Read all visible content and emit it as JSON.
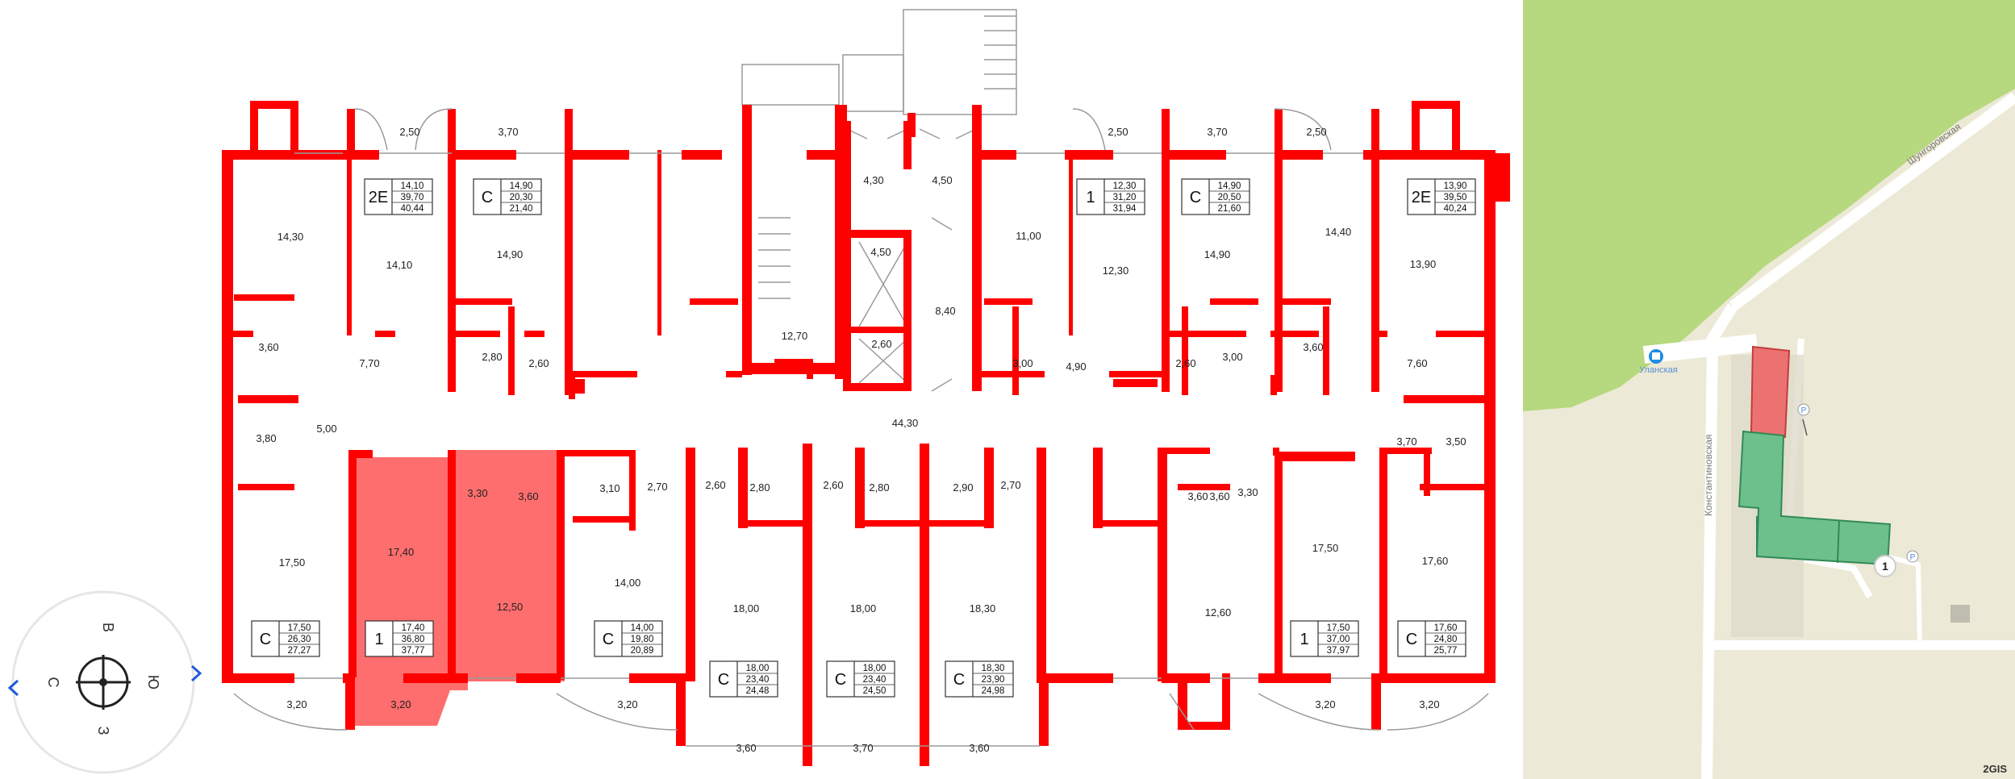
{
  "colors": {
    "wall": "#ff0000",
    "selected_fill": "#ff6e6e",
    "map_grass": "#b6d87e",
    "map_ground": "#ece9d6",
    "map_building_green": "#6dbf8c",
    "map_building_red": "#ec7272",
    "map_road": "#ffffff",
    "compass_arrow": "#1e5bd8"
  },
  "compass": {
    "north": "С",
    "east": "В",
    "south": "Ю",
    "west": "З",
    "icon": "compass-rose-icon"
  },
  "plan": {
    "rooms": [
      "2,50",
      "3,70",
      "14,30",
      "14,10",
      "14,90",
      "7,70",
      "3,60",
      "2,80",
      "2,60",
      "3,80",
      "5,00",
      "17,50",
      "17,40",
      "3,30",
      "3,60",
      "12,50",
      "3,20",
      "3,20",
      "3,20",
      "3,10",
      "2,70",
      "14,00",
      "3,60",
      "12,70",
      "4,30",
      "4,50",
      "4,50",
      "2,60",
      "8,40",
      "44,30",
      "2,60",
      "2,80",
      "2,60",
      "2,80",
      "2,90",
      "2,70",
      "18,00",
      "18,00",
      "18,30",
      "3,60",
      "3,70",
      "3,60",
      "11,00",
      "3,00",
      "4,90",
      "12,30",
      "2,50",
      "3,70",
      "14,90",
      "2,60",
      "3,00",
      "2,50",
      "14,40",
      "3,60",
      "13,90",
      "7,60",
      "3,70",
      "3,50",
      "3,60",
      "3,30",
      "17,50",
      "17,60",
      "12,60",
      "3,20",
      "3,20"
    ],
    "apartments": [
      {
        "type": "2Е",
        "living": "14,10",
        "total": "39,70",
        "gross": "40,44"
      },
      {
        "type": "С",
        "living": "14,90",
        "total": "20,30",
        "gross": "21,40"
      },
      {
        "type": "1",
        "living": "12,30",
        "total": "31,20",
        "gross": "31,94"
      },
      {
        "type": "С",
        "living": "14,90",
        "total": "20,50",
        "gross": "21,60"
      },
      {
        "type": "2Е",
        "living": "13,90",
        "total": "39,50",
        "gross": "40,24"
      },
      {
        "type": "С",
        "living": "17,50",
        "total": "26,30",
        "gross": "27,27"
      },
      {
        "type": "1",
        "living": "17,40",
        "total": "36,80",
        "gross": "37,77"
      },
      {
        "type": "С",
        "living": "14,00",
        "total": "19,80",
        "gross": "20,89"
      },
      {
        "type": "С",
        "living": "18,00",
        "total": "23,40",
        "gross": "24,48"
      },
      {
        "type": "С",
        "living": "18,00",
        "total": "23,40",
        "gross": "24,50"
      },
      {
        "type": "С",
        "living": "18,30",
        "total": "23,90",
        "gross": "24,98"
      },
      {
        "type": "1",
        "living": "17,50",
        "total": "37,00",
        "gross": "37,97"
      },
      {
        "type": "С",
        "living": "17,60",
        "total": "24,80",
        "gross": "25,77"
      }
    ]
  },
  "map": {
    "street_1": "Шунгоровская",
    "street_2": "Константиновская",
    "stop_name": "Уланская",
    "stop_icon": "bus-stop-icon",
    "parking_label": "P",
    "building_number": "1",
    "attribution": "2GIS"
  }
}
